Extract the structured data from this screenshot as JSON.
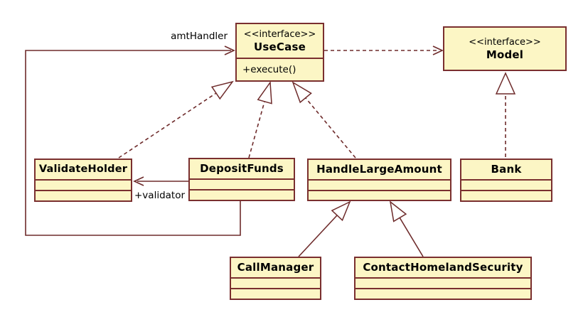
{
  "diagram": {
    "kind": "uml-class-diagram",
    "colors": {
      "background": "#FFFFFF",
      "node_fill": "#FCF6C5",
      "node_border": "#7A2F2F",
      "edge_color": "#6E2B2B",
      "text_color": "#000000"
    },
    "nodes": [
      {
        "id": "usecase",
        "stereotype": "<<interface>>",
        "name": "UseCase",
        "methods": [
          "+execute()"
        ]
      },
      {
        "id": "model",
        "stereotype": "<<interface>>",
        "name": "Model",
        "methods": []
      },
      {
        "id": "validateholder",
        "name": "ValidateHolder"
      },
      {
        "id": "depositfunds",
        "name": "DepositFunds"
      },
      {
        "id": "handlelargeamount",
        "name": "HandleLargeAmount"
      },
      {
        "id": "bank",
        "name": "Bank"
      },
      {
        "id": "callmanager",
        "name": "CallManager"
      },
      {
        "id": "contacthomelandsecurity",
        "name": "ContactHomelandSecurity"
      }
    ],
    "edges": [
      {
        "from": "DepositFunds",
        "to": "UseCase",
        "type": "association",
        "label": "amtHandler"
      },
      {
        "from": "DepositFunds",
        "to": "ValidateHolder",
        "type": "association",
        "label": "+validator"
      },
      {
        "from": "ValidateHolder",
        "to": "UseCase",
        "type": "realization",
        "label": ""
      },
      {
        "from": "DepositFunds",
        "to": "UseCase",
        "type": "realization",
        "label": ""
      },
      {
        "from": "HandleLargeAmount",
        "to": "UseCase",
        "type": "realization",
        "label": ""
      },
      {
        "from": "UseCase",
        "to": "Model",
        "type": "dependency",
        "label": ""
      },
      {
        "from": "Bank",
        "to": "Model",
        "type": "realization",
        "label": ""
      },
      {
        "from": "CallManager",
        "to": "HandleLargeAmount",
        "type": "generalization",
        "label": ""
      },
      {
        "from": "ContactHomelandSecurity",
        "to": "HandleLargeAmount",
        "type": "generalization",
        "label": ""
      }
    ]
  }
}
